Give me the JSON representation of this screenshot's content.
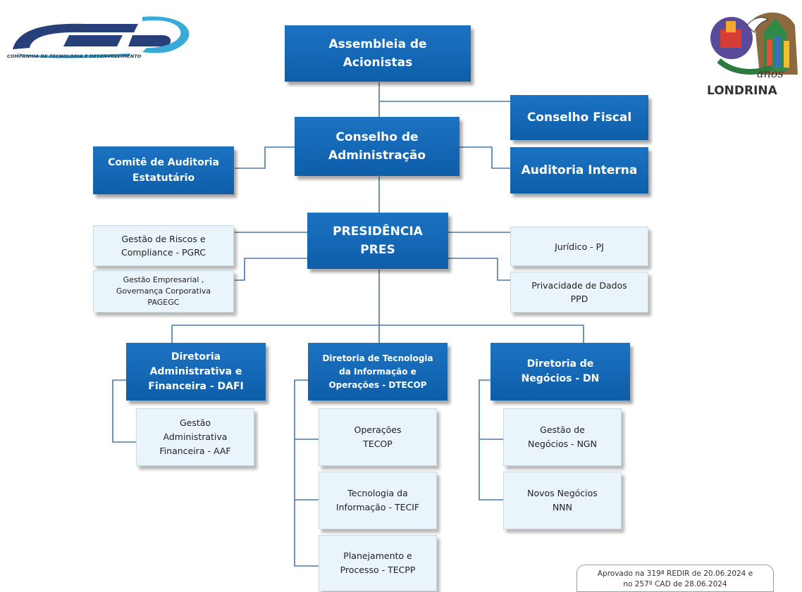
{
  "logo_left": {
    "name": "CTD",
    "subtitle": "COMPANHIA DE TECNOLOGIA E DESENVOLVIMENTO"
  },
  "logo_right": {
    "caption": "anos",
    "city": "LONDRINA"
  },
  "boxes": {
    "assembleia": "Assembleia de\nAcionistas",
    "conselho_fiscal": "Conselho Fiscal",
    "conselho_admin": "Conselho de\nAdministração",
    "comite": "Comitê de Auditoria\nEstatutário",
    "auditoria": "Auditoria Interna",
    "presidencia": "PRESIDÊNCIA\nPRES",
    "pgrc": "Gestão de Riscos e\nCompliance  - PGRC",
    "pagegc": "Gestão Empresarial ,\nGovernança Corporativa\nPAGEGC",
    "juridico": "Jurídico  - PJ",
    "ppd": "Privacidade de Dados\nPPD",
    "dafi": "Diretoria\nAdministrativa e\nFinanceira  - DAFI",
    "dtecop": "Diretoria de Tecnologia\nda Informação e\nOperações - DTECOP",
    "dn": "Diretoria de\nNegócios - DN",
    "aaf": "Gestão\nAdministrativa\nFinanceira  - AAF",
    "tecop": "Operações\nTECOP",
    "tecif": "Tecnologia  da\nInformação  - TECIF",
    "tecpp": "Planejamento  e\nProcesso   - TECPP",
    "ngn": "Gestão  de\nNegócios  - NGN",
    "nnn": "Novos Negócios\nNNN"
  },
  "approval": "Aprovado  na  319ª REDIR de 20.06.2024 e\nno 257º CAD de 28.06.2024",
  "colors": {
    "dark_box": "#1268b5",
    "light_box": "#eaf4fb",
    "connector": "#4a78a8"
  }
}
